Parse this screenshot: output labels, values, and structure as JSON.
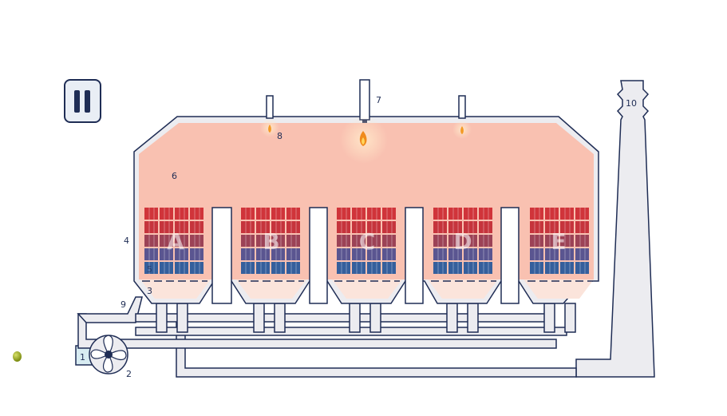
{
  "colors": {
    "outline": "#1f2d55",
    "pipe": "#ececf0",
    "chamber": "#f9c1b1",
    "hot_media": "#d0343a",
    "cool_media": "#355f9c"
  },
  "controls": {
    "pause_icon": "pause-icon"
  },
  "chambers": [
    {
      "letter": "A"
    },
    {
      "letter": "B"
    },
    {
      "letter": "C"
    },
    {
      "letter": "D"
    },
    {
      "letter": "E"
    }
  ],
  "callouts": {
    "n1": "1",
    "n2": "2",
    "n3": "3",
    "n4": "4",
    "n5": "5",
    "n6": "6",
    "n7": "7",
    "n8": "8",
    "n9": "9",
    "n10": "10"
  }
}
